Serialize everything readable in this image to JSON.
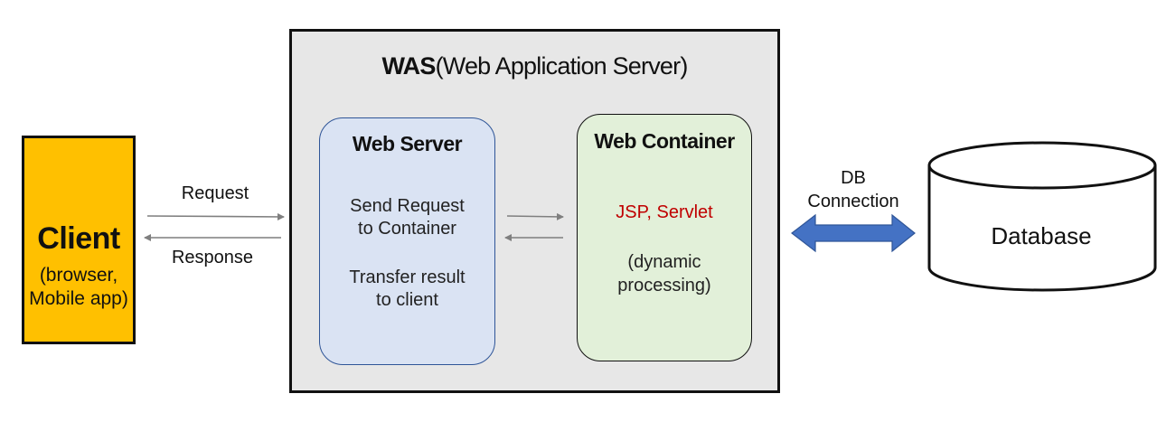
{
  "client": {
    "title": "Client",
    "subtitle_line1": "(browser,",
    "subtitle_line2": "Mobile app)"
  },
  "flows": {
    "request": "Request",
    "response": "Response"
  },
  "was": {
    "title_bold": "WAS",
    "title_rest": "(Web Application Server)"
  },
  "web_server": {
    "title": "Web Server",
    "line1": "Send Request",
    "line2": "to Container",
    "line3": "Transfer result",
    "line4": "to client"
  },
  "web_container": {
    "title": "Web Container",
    "tech": "JSP, Servlet",
    "desc_line1": "(dynamic",
    "desc_line2": "processing)"
  },
  "db_connection": {
    "line1": "DB",
    "line2": "Connection"
  },
  "database": {
    "label": "Database"
  },
  "colors": {
    "client_fill": "#FFC000",
    "was_fill": "#E7E7E7",
    "web_server_fill": "#DAE3F3",
    "web_server_border": "#2F5597",
    "web_container_fill": "#E2F0D9",
    "tech_text": "#C00000",
    "db_arrow": "#4472C4",
    "flow_arrow": "#7F7F7F"
  }
}
